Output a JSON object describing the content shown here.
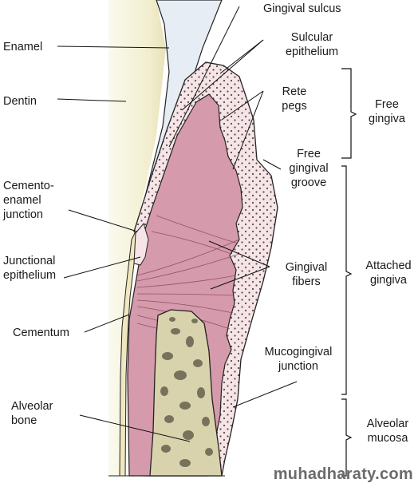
{
  "labels": {
    "enamel": "Enamel",
    "dentin": "Dentin",
    "cej": "Cemento-\nenamel\njunction",
    "junctional": "Junctional\nepithelium",
    "cementum": "Cementum",
    "alveolar_bone": "Alveolar\nbone",
    "gingival_sulcus": "Gingival sulcus",
    "sulcular": "Sulcular\nepithelium",
    "rete": "Rete\npegs",
    "free_groove": "Free\ngingival\ngroove",
    "fibers": "Gingival\nfibers",
    "mucogingival": "Mucogingival\njunction",
    "free_gingiva": "Free\ngingiva",
    "attached_gingiva": "Attached\ngingiva",
    "alveolar_mucosa": "Alveolar\nmucosa"
  },
  "watermark": "muhadharaty.com",
  "colors": {
    "dentin": "#f4f1d6",
    "enamel": "#e6edf4",
    "gingiva_pink": "#d59aab",
    "epithelium": "#f6e4e6",
    "bone": "#d9d3ad",
    "outline": "#222222"
  }
}
